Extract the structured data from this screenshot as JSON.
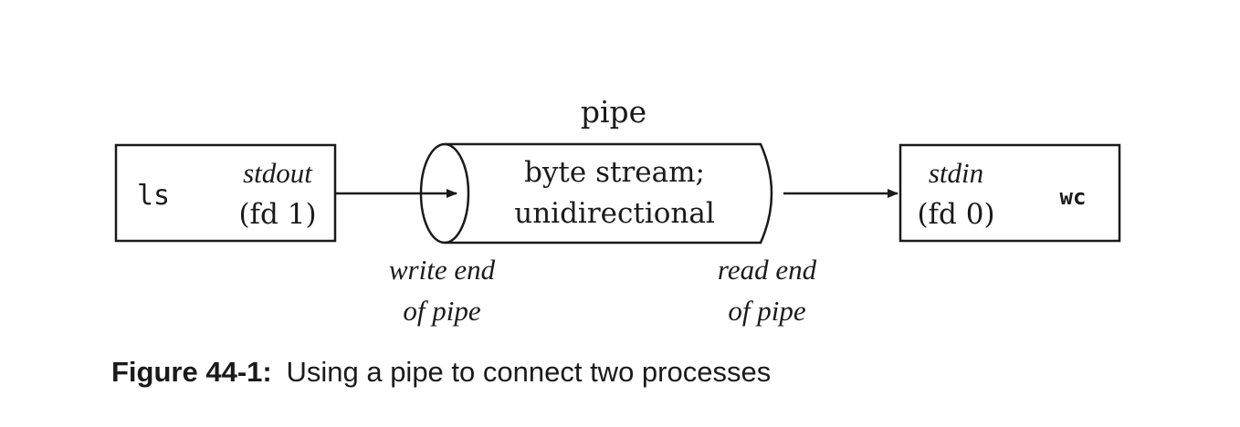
{
  "pipe_label": "pipe",
  "left_process": {
    "name": "ls",
    "fd_name": "stdout",
    "fd_number": "(fd 1)"
  },
  "pipe": {
    "line1": "byte stream;",
    "line2": "unidirectional"
  },
  "right_process": {
    "name": "wc",
    "fd_name": "stdin",
    "fd_number": "(fd 0)"
  },
  "write_end": {
    "line1": "write end",
    "line2": "of pipe"
  },
  "read_end": {
    "line1": "read end",
    "line2": "of pipe"
  },
  "caption": {
    "label": "Figure 44-1:",
    "text": "Using a pipe to connect two processes"
  }
}
